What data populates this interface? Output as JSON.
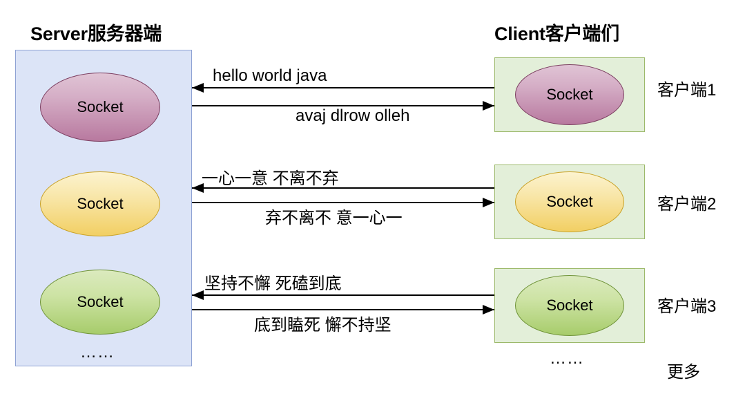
{
  "diagram": {
    "server": {
      "title": "Server服务器端",
      "ellipsis": "……",
      "sockets": [
        {
          "label": "Socket",
          "color": "#b8799f"
        },
        {
          "label": "Socket",
          "color": "#f2cf63"
        },
        {
          "label": "Socket",
          "color": "#a7cc6b"
        }
      ]
    },
    "client": {
      "title": "Client客户端们",
      "ellipsis": "……",
      "more_label": "更多",
      "boxes": [
        {
          "socket_label": "Socket",
          "name": "客户端1",
          "color": "#b8799f"
        },
        {
          "socket_label": "Socket",
          "name": "客户端2",
          "color": "#f2cf63"
        },
        {
          "socket_label": "Socket",
          "name": "客户端3",
          "color": "#a7cc6b"
        }
      ]
    },
    "flows": [
      {
        "to_server_label": "hello    world    java",
        "to_client_label": "avaj    dlrow    olleh"
      },
      {
        "to_server_label": "一心一意     不离不弃",
        "to_client_label": "弃不离不     意一心一"
      },
      {
        "to_server_label": "坚持不懈    死磕到底",
        "to_client_label": "底到瞌死     懈不持坚"
      }
    ],
    "colors": {
      "server_box_fill": "#dce4f7",
      "server_box_border": "#8ea2d4",
      "client_box_fill": "#e3efd9",
      "client_box_border": "#9cb96a",
      "arrow": "#000000",
      "text": "#000000"
    }
  }
}
